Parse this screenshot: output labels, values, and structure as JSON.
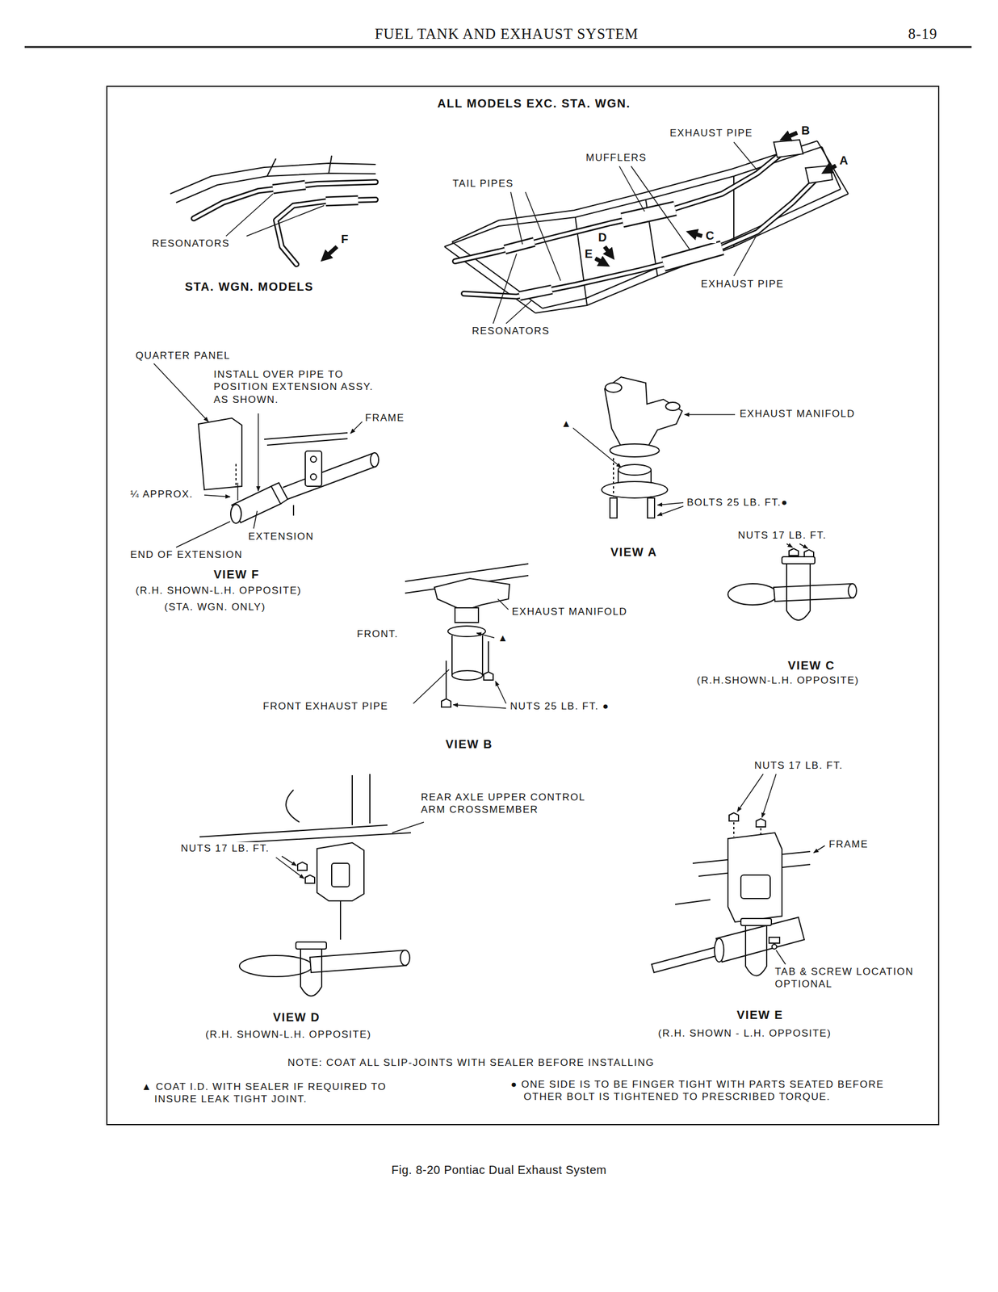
{
  "diagram": {
    "title": "FUEL TANK AND EXHAUST SYSTEM",
    "caption": "Fig. 8-20 Pontiac Dual Exhaust System",
    "labels": [
      "8-19",
      "ALL MODELS EXC. STA. WGN.",
      "EXHAUST PIPE",
      "B",
      "A",
      "MUFFLERS",
      "TAIL PIPES",
      "D",
      "C",
      "E",
      "EXHAUST PIPE",
      "RESONATORS",
      "RESONATORS",
      "F",
      "STA. WGN. MODELS",
      "QUARTER PANEL",
      "INSTALL OVER PIPE TO POSITION EXTENSION ASSY. AS SHOWN.",
      "FRAME",
      "¼ APPROX.",
      "EXTENSION",
      "END OF EXTENSION",
      "VIEW F",
      "(R.H. SHOWN-L.H. OPPOSITE)",
      "(STA. WGN. ONLY)",
      "▲",
      "EXHAUST MANIFOLD",
      "BOLTS 25 LB. FT.●",
      "VIEW A",
      "NUTS 17 LB. FT.",
      "VIEW C",
      "(R.H.SHOWN-L.H. OPPOSITE)",
      "EXHAUST MANIFOLD",
      "▲",
      "FRONT.",
      "FRONT EXHAUST PIPE",
      "NUTS 25 LB. FT. ●",
      "VIEW B",
      "NUTS 17 LB. FT.",
      "REAR AXLE UPPER CONTROL ARM CROSSMEMBER",
      "NUTS 17 LB. FT.",
      "FRAME",
      "TAB & SCREW LOCATION OPTIONAL",
      "VIEW D",
      "(R.H. SHOWN-L.H. OPPOSITE)",
      "VIEW E",
      "(R.H. SHOWN - L.H. OPPOSITE)",
      "NOTE: COAT ALL SLIP-JOINTS WITH SEALER BEFORE INSTALLING",
      "▲ COAT I.D. WITH SEALER IF REQUIRED TO INSURE LEAK TIGHT JOINT.",
      "● ONE SIDE IS TO BE FINGER TIGHT WITH PARTS SEATED BEFORE OTHER BOLT IS TIGHTENED TO PRESCRIBED TORQUE."
    ]
  }
}
